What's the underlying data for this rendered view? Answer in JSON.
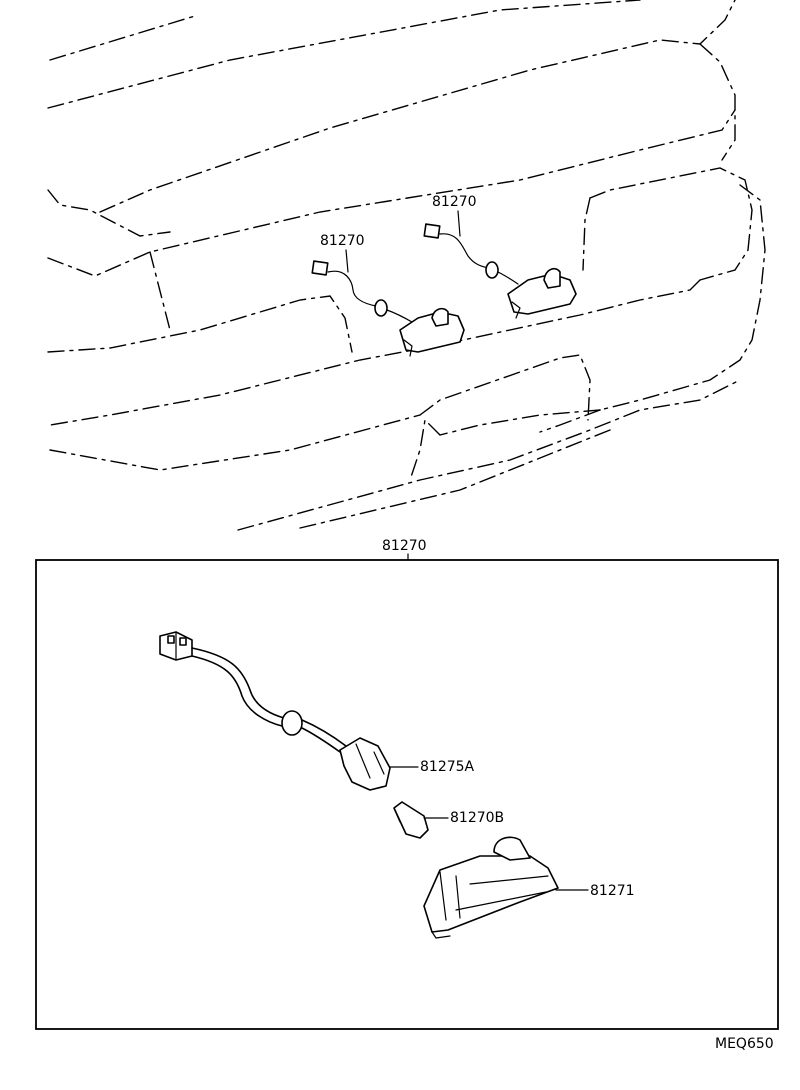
{
  "labels": {
    "top_left_part": "81270",
    "top_right_part": "81270",
    "assembly_part": "81270",
    "socket": "81275A",
    "bulb": "81270B",
    "lamp_housing": "81271",
    "drawing_code": "MEQ650"
  }
}
